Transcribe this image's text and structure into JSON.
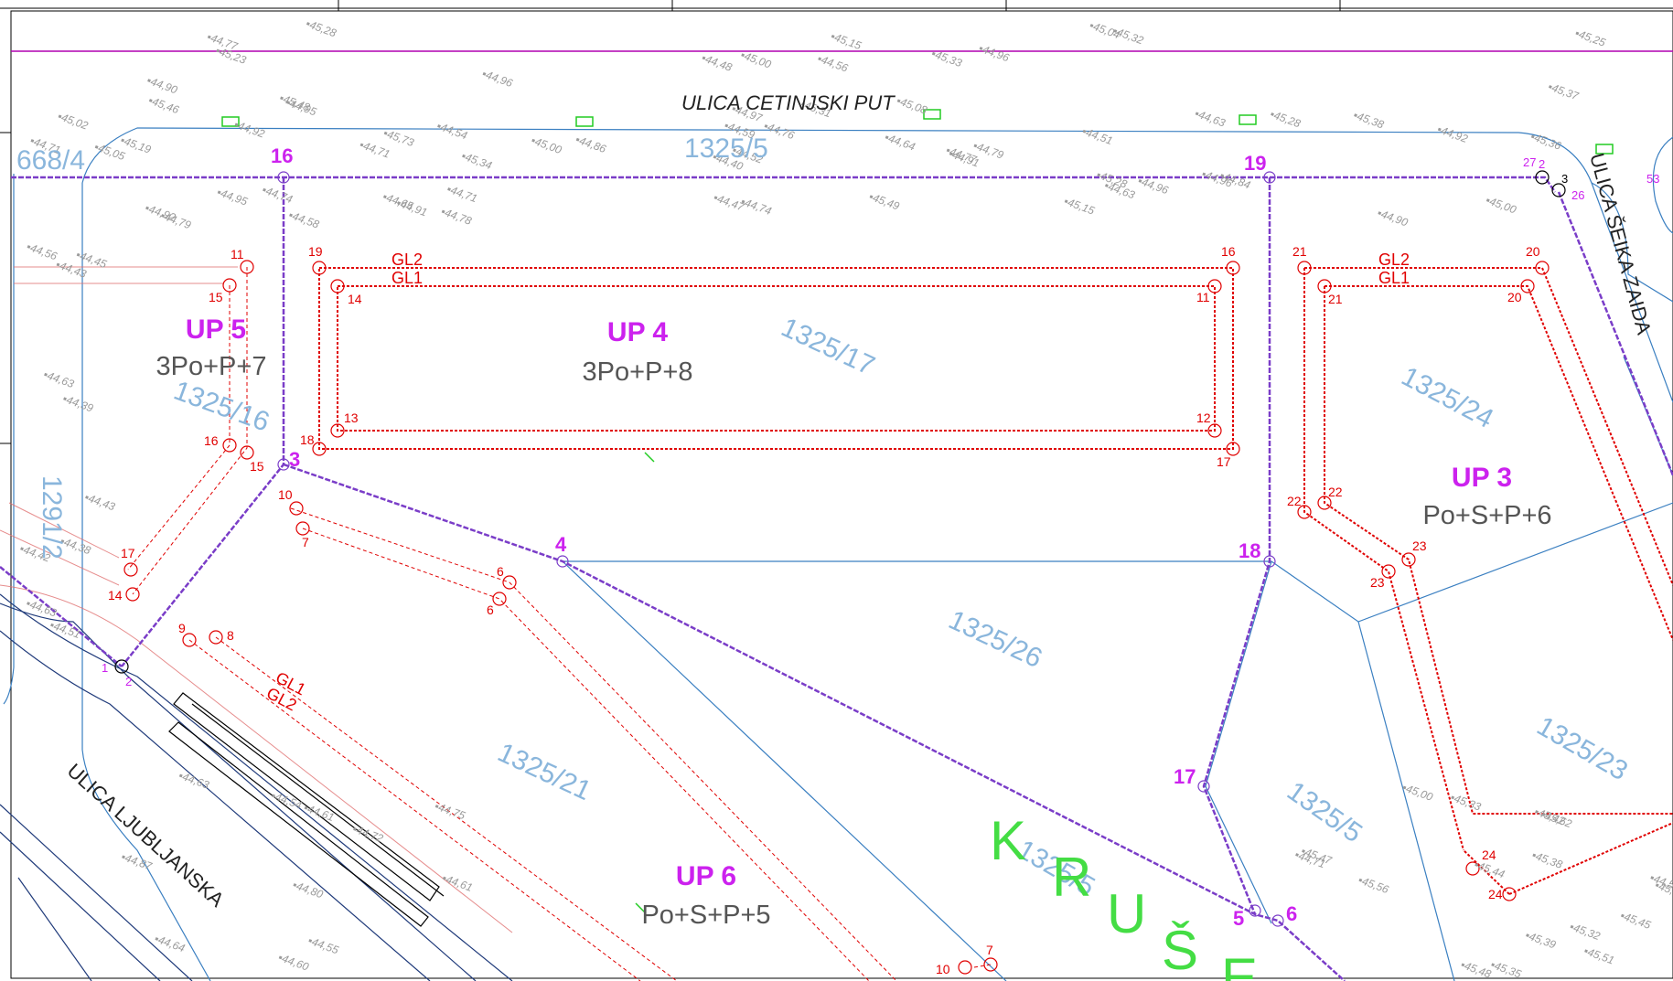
{
  "streets": {
    "north": "ULICA CETINJSKI PUT",
    "east": "ULICA ŠEIKA ZAIDA",
    "southwest": "ULICA LJUBLJANSKA"
  },
  "parcels": [
    "1325/5",
    "1325/17",
    "1325/16",
    "1291/2",
    "1325/24",
    "1325/26",
    "1325/21",
    "1325/23",
    "1325/5",
    "1325/5",
    "668/4"
  ],
  "zones": [
    {
      "label": "UP 5",
      "formula": "3Po+P+7"
    },
    {
      "label": "UP 4",
      "formula": "3Po+P+8"
    },
    {
      "label": "UP 3",
      "formula": "Po+S+P+6"
    },
    {
      "label": "UP 6",
      "formula": "Po+S+P+5"
    }
  ],
  "boundary_points": [
    "16",
    "19",
    "3",
    "4",
    "18",
    "17",
    "5",
    "6",
    "1",
    "2",
    "2",
    "3",
    "27",
    "26",
    "53"
  ],
  "building_line_labels": [
    "GL2",
    "GL1",
    "GL2",
    "GL1",
    "GL1",
    "GL2"
  ],
  "building_points_up4": [
    "19",
    "16",
    "14",
    "11",
    "13",
    "12",
    "18",
    "17"
  ],
  "building_points_up3": [
    "21",
    "20",
    "21",
    "20",
    "22",
    "22",
    "23",
    "23",
    "24",
    "24"
  ],
  "building_points_up5": [
    "11",
    "15",
    "16",
    "15",
    "17",
    "14"
  ],
  "building_points_up6": [
    "10",
    "7",
    "6",
    "6",
    "9",
    "8",
    "10",
    "7"
  ],
  "green_letters": "KRUŠE",
  "elevations": [
    "44,56",
    "44,77",
    "45,00",
    "44,90",
    "44,96",
    "44,96",
    "45,04",
    "45,15",
    "45,32",
    "45,33",
    "45,28",
    "45,37",
    "45,23",
    "45,25",
    "44,48",
    "44,51",
    "44,58",
    "44,59",
    "44,64",
    "44,74",
    "44,86",
    "44,92",
    "44,91",
    "44,76",
    "44,79",
    "44,84",
    "44,92",
    "44,97",
    "45,05",
    "45,28",
    "45,36",
    "44,40",
    "44,47",
    "44,52",
    "44,54",
    "44,63",
    "44,71",
    "44,90",
    "45,00",
    "44,96",
    "45,08",
    "45,00",
    "44,71",
    "44,63",
    "44,78",
    "44,71",
    "44,77",
    "44,79",
    "44,74",
    "44,91",
    "44,95",
    "44,92",
    "45,02",
    "44,96",
    "45,15",
    "44,65",
    "44,95",
    "45,46",
    "45,49",
    "45,38",
    "45,31",
    "45,34",
    "45,19",
    "45,73",
    "45,28",
    "45,48",
    "44,45",
    "44,43",
    "44,39",
    "44,42",
    "44,38",
    "44,51",
    "44,43",
    "44,63",
    "44,63",
    "44,56",
    "44,63",
    "44,87",
    "44,54",
    "44,55",
    "44,61",
    "44,64",
    "44,72",
    "44,61",
    "44,60",
    "44,75",
    "44,80",
    "45,51",
    "45,35",
    "45,39",
    "45,33",
    "45,40",
    "45,38",
    "45,32",
    "45,44",
    "45,45",
    "45,47",
    "45,48",
    "45,42",
    "45,62",
    "45,56",
    "45,00",
    "44,57",
    "44,71"
  ]
}
